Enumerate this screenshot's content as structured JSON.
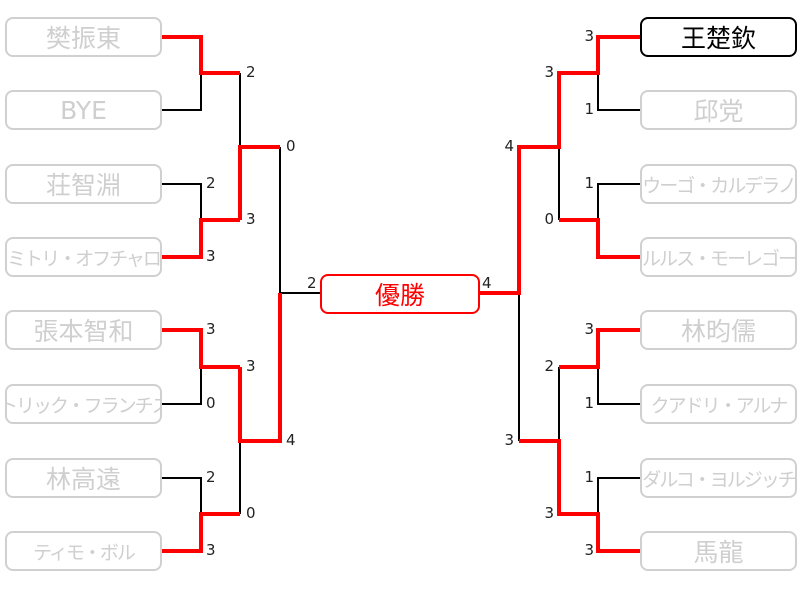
{
  "champion_label": "優勝",
  "left_players": [
    "樊振東",
    "BYE",
    "荘智淵",
    "ドミトリ・オフチャロフ",
    "張本智和",
    "パトリック・フランチスカ",
    "林高遠",
    "ティモ・ボル"
  ],
  "right_players": [
    "王楚欽",
    "邱党",
    "ウーゴ・カルデラノ",
    "トルルス・モーレゴード",
    "林昀儒",
    "クアドリ・アルナ",
    "ダルコ・ヨルジッチ",
    "馬龍"
  ],
  "champion_player": "王楚欽",
  "left_scores": {
    "round1": [
      "",
      "",
      "2",
      "3",
      "3",
      "0",
      "2",
      "3"
    ],
    "round2": [
      "2",
      "3",
      "3",
      "0"
    ],
    "round3": [
      "0",
      "4"
    ],
    "final": "2"
  },
  "right_scores": {
    "round1": [
      "3",
      "1",
      "1",
      "",
      "3",
      "1",
      "1",
      "3"
    ],
    "round2": [
      "3",
      "0",
      "2",
      "3"
    ],
    "round3": [
      "4",
      "3"
    ],
    "final": "4"
  },
  "colors": {
    "win_path": "#ff0000",
    "line": "#000000",
    "inactive": "#cfcfcf"
  }
}
